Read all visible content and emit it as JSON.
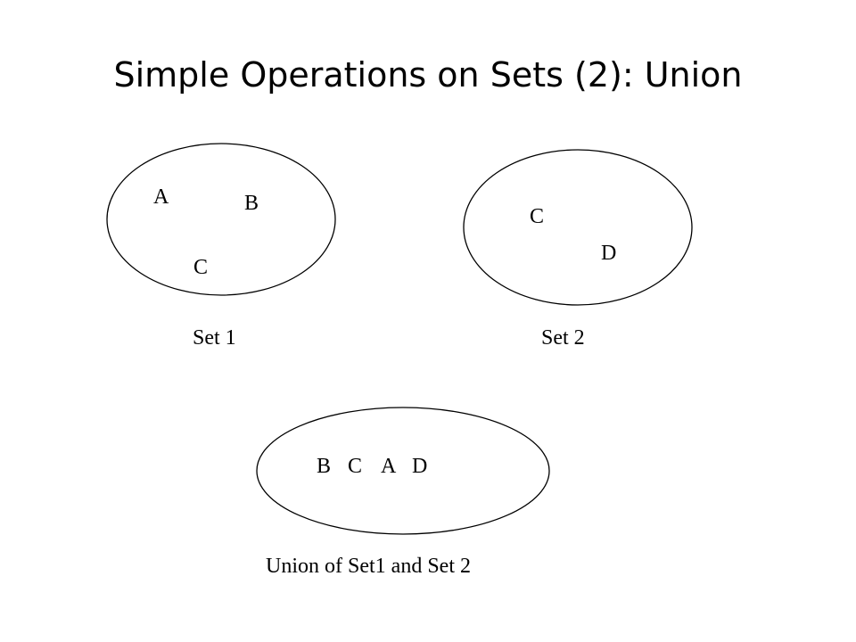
{
  "title": "Simple Operations on Sets (2):  Union",
  "sets": [
    {
      "caption": "Set 1",
      "elements": [
        "A",
        "B",
        "C"
      ]
    },
    {
      "caption": "Set 2",
      "elements": [
        "C",
        "D"
      ]
    },
    {
      "caption": "Union of Set1 and Set 2",
      "elements": [
        "B",
        "C",
        "A",
        "D"
      ]
    }
  ]
}
